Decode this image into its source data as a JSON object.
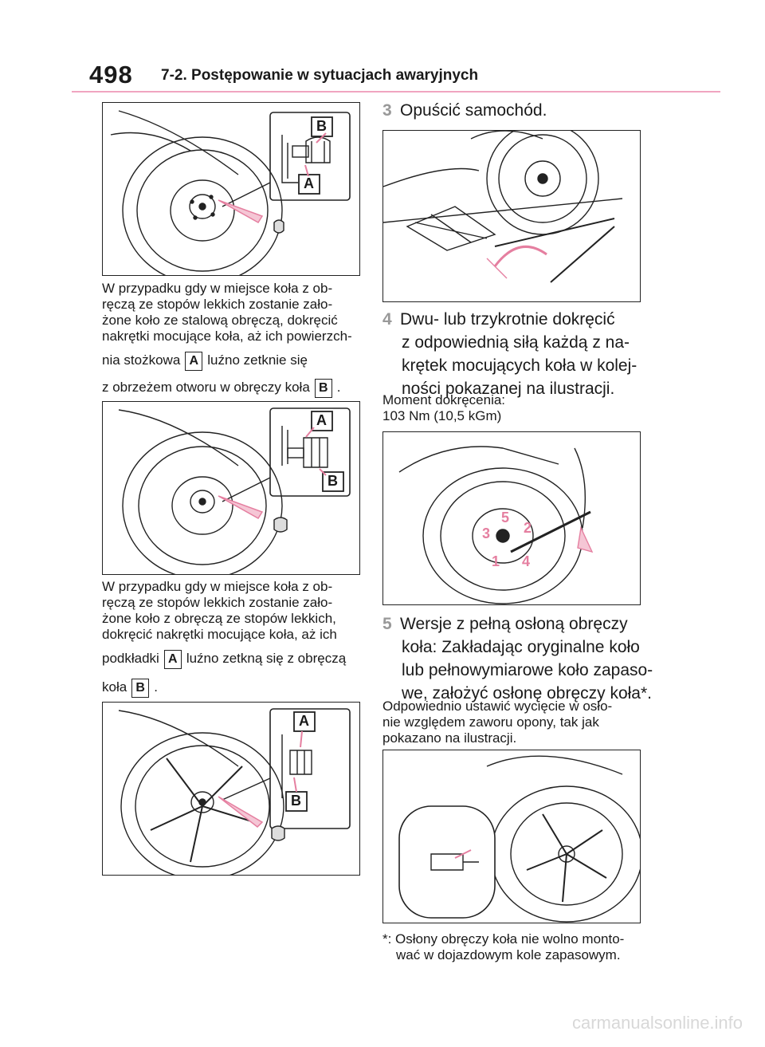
{
  "header": {
    "page_number": "498",
    "section_title": "7-2. Postępowanie w sytuacjach awaryjnych"
  },
  "colors": {
    "accent_pink": "#f0a5c0",
    "step_number_gray": "#999999",
    "label_pink": "#e57fa0"
  },
  "left": {
    "para1": {
      "l1": "W przypadku gdy w miejsce koła z ob-",
      "l2": "ręczą ze stopów lekkich zostanie zało-",
      "l3": "żone koło ze stalową obręczą, dokręcić",
      "l4": "nakrętki mocujące koła, aż ich powierzch-",
      "l5a": "nia stożkowa",
      "key_a": "A",
      "l5b": "luźno zetknie się",
      "l6a": "z obrzeżem otworu w obręczy koła",
      "key_b": "B",
      "l6b": "."
    },
    "para2": {
      "l1": "W przypadku gdy w miejsce koła z ob-",
      "l2": "ręczą ze stopów lekkich zostanie zało-",
      "l3": "żone koło z obręczą ze stopów lekkich,",
      "l4": "dokręcić nakrętki mocujące koła, aż ich",
      "l5a": "podkładki",
      "key_a": "A",
      "l5b": "luźno zetkną się z obręczą",
      "l6a": "koła",
      "key_b": "B",
      "l6b": "."
    },
    "fig_labels": {
      "a": "A",
      "b": "B"
    }
  },
  "right": {
    "step3": {
      "num": "3",
      "text": "Opuścić samochód."
    },
    "step4": {
      "num": "4",
      "l1": "Dwu- lub trzykrotnie dokręcić",
      "l2": "z odpowiednią siłą każdą z na-",
      "l3": "krętek mocujących koła w kolej-",
      "l4": "ności pokazanej na ilustracji."
    },
    "torque": {
      "l1": "Moment dokręcenia:",
      "l2": "103 Nm (10,5 kGm)"
    },
    "order_labels": [
      "1",
      "2",
      "3",
      "4",
      "5"
    ],
    "step5": {
      "num": "5",
      "l1": "Wersje z pełną osłoną obręczy",
      "l2": "koła: Zakładając oryginalne koło",
      "l3": "lub pełnowymiarowe koło zapaso-",
      "l4": "we, założyć osłonę obręczy koła*."
    },
    "note": {
      "l1": "Odpowiednio ustawić wycięcie w osło-",
      "l2": "nie względem zaworu opony, tak jak",
      "l3": "pokazano na ilustracji."
    },
    "footnote": {
      "l1": "*: Osłony obręczy koła nie wolno monto-",
      "l2": "wać w dojazdowym kole zapasowym."
    }
  },
  "watermark": "carmanualsonline.info"
}
